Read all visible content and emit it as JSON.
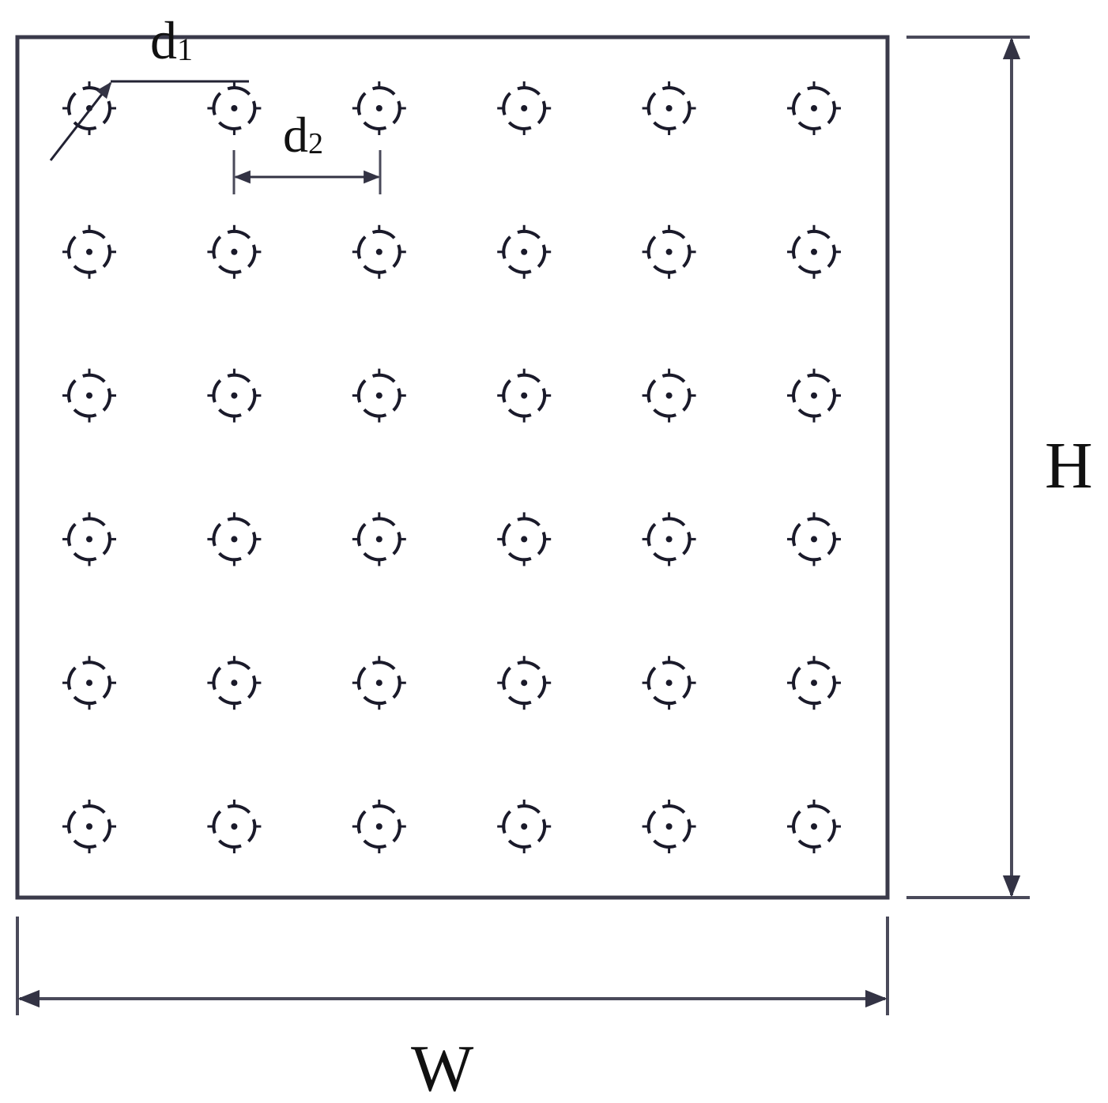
{
  "labels": {
    "d1": "d",
    "d1_sub": "1",
    "d2": "d",
    "d2_sub": "2",
    "height": "H",
    "width": "W"
  },
  "grid": {
    "rows": 6,
    "cols": 6
  },
  "colors": {
    "plate_stroke": "#3a3a4a",
    "dimension_stroke": "#4a4a5a",
    "hole_stroke": "#1a1a2a",
    "text": "#111111"
  }
}
